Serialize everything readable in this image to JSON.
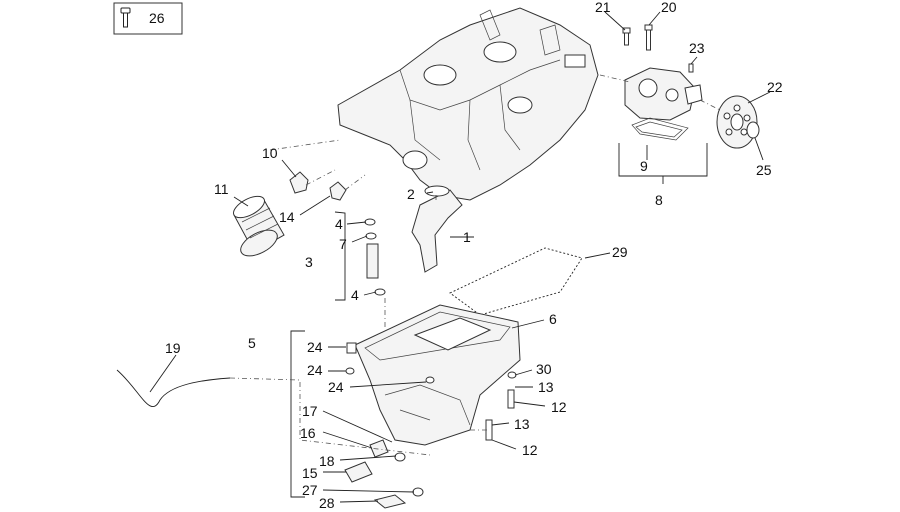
{
  "legend_box": {
    "label": "26",
    "icon": "screw-icon"
  },
  "callouts": [
    {
      "id": "c1",
      "text": "1"
    },
    {
      "id": "c2",
      "text": "2"
    },
    {
      "id": "c3",
      "text": "3"
    },
    {
      "id": "c4a",
      "text": "4"
    },
    {
      "id": "c4b",
      "text": "4"
    },
    {
      "id": "c5",
      "text": "5"
    },
    {
      "id": "c6",
      "text": "6"
    },
    {
      "id": "c7",
      "text": "7"
    },
    {
      "id": "c8",
      "text": "8"
    },
    {
      "id": "c9",
      "text": "9"
    },
    {
      "id": "c10",
      "text": "10"
    },
    {
      "id": "c11",
      "text": "11"
    },
    {
      "id": "c12a",
      "text": "12"
    },
    {
      "id": "c12b",
      "text": "12"
    },
    {
      "id": "c13a",
      "text": "13"
    },
    {
      "id": "c13b",
      "text": "13"
    },
    {
      "id": "c14",
      "text": "14"
    },
    {
      "id": "c15",
      "text": "15"
    },
    {
      "id": "c16",
      "text": "16"
    },
    {
      "id": "c17",
      "text": "17"
    },
    {
      "id": "c18",
      "text": "18"
    },
    {
      "id": "c19",
      "text": "19"
    },
    {
      "id": "c20",
      "text": "20"
    },
    {
      "id": "c21",
      "text": "21"
    },
    {
      "id": "c22",
      "text": "22"
    },
    {
      "id": "c23",
      "text": "23"
    },
    {
      "id": "c24a",
      "text": "24"
    },
    {
      "id": "c24b",
      "text": "24"
    },
    {
      "id": "c24c",
      "text": "24"
    },
    {
      "id": "c25",
      "text": "25"
    },
    {
      "id": "c27",
      "text": "27"
    },
    {
      "id": "c28",
      "text": "28"
    },
    {
      "id": "c29",
      "text": "29"
    },
    {
      "id": "c30",
      "text": "30"
    }
  ]
}
